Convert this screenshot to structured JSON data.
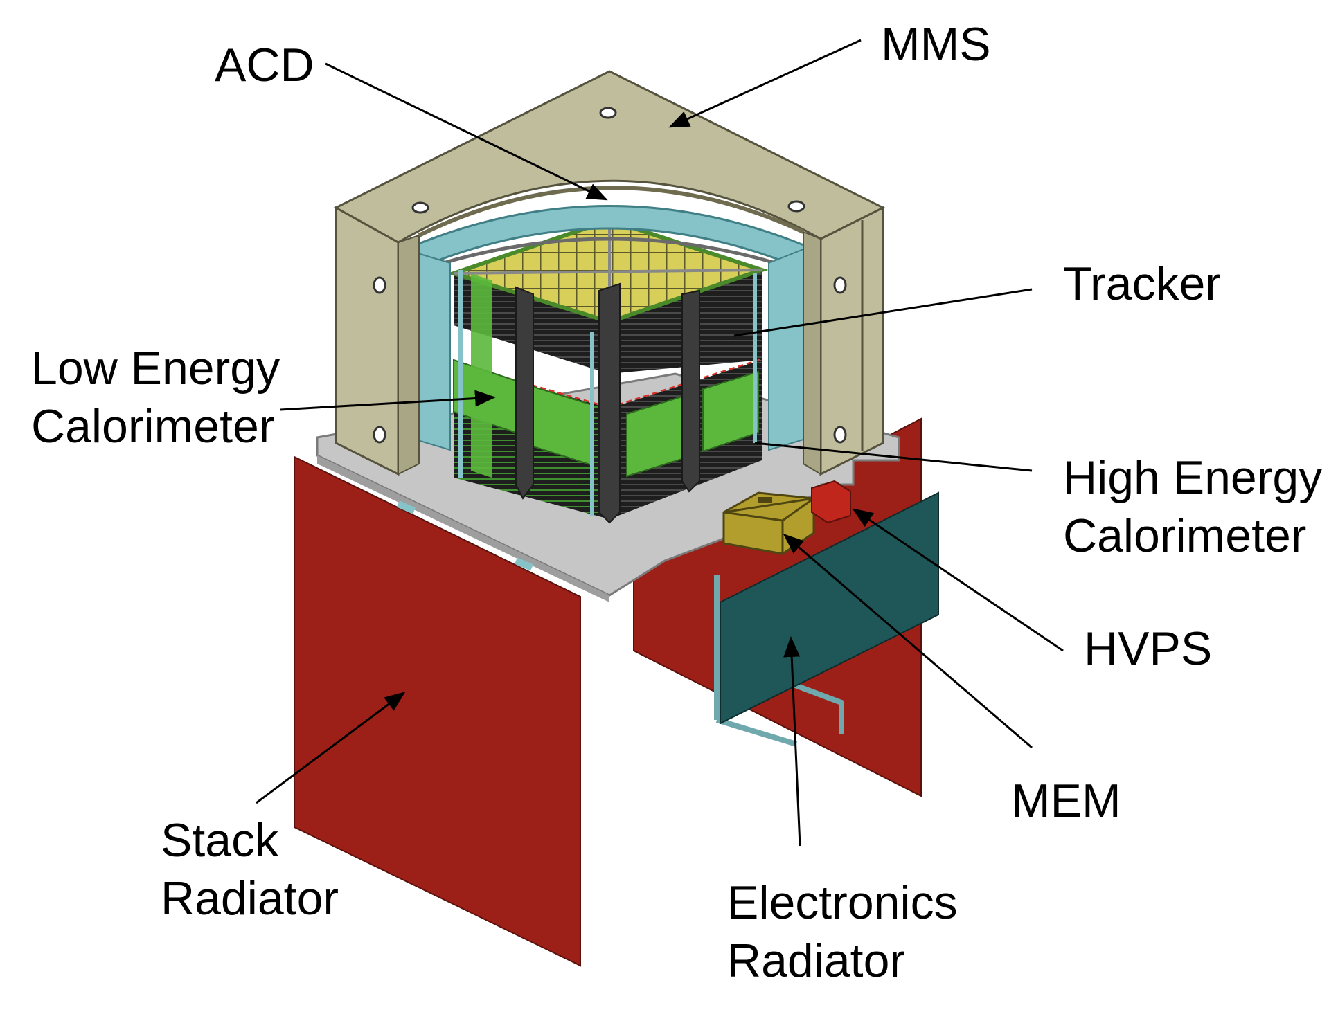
{
  "labels": {
    "acd": "ACD",
    "mms": "MMS",
    "tracker": "Tracker",
    "low_energy_calorimeter": [
      "Low Energy",
      "Calorimeter"
    ],
    "high_energy_calorimeter": [
      "High Energy",
      "Calorimeter"
    ],
    "hvps": "HVPS",
    "mem": "MEM",
    "stack_radiator": [
      "Stack",
      "Radiator"
    ],
    "electronics_radiator": [
      "Electronics",
      "Radiator"
    ]
  },
  "colors": {
    "mms_frame": "#bfbd9b",
    "acd_panel": "#86c3c8",
    "tracker_tile": "#d8cf5a",
    "tracker_body": "#1e1e1e",
    "lec_green": "#5bb83c",
    "baseplate": "#c6c6c6",
    "stack_radiator": "#9c2017",
    "electronics_radiator": "#1f5658",
    "mem_box": "#b19e2c",
    "hvps_box": "#c0261c"
  }
}
